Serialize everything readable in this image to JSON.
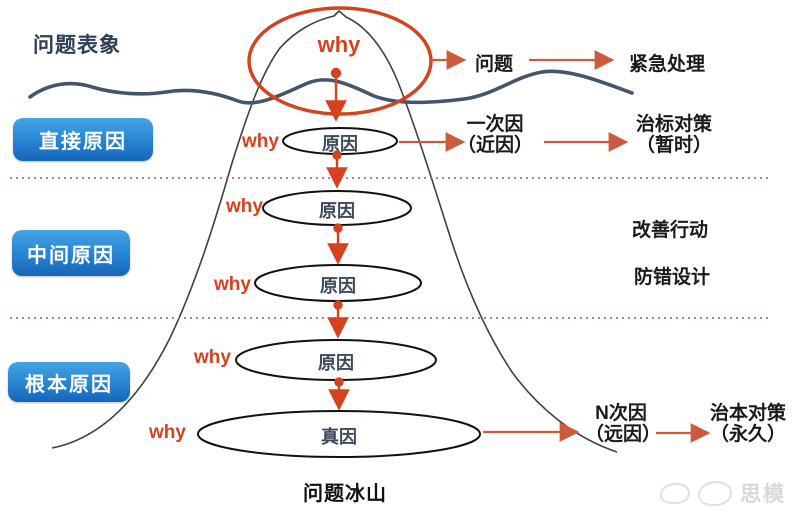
{
  "diagram": {
    "caption": "问题冰山",
    "surface_label": "问题表象",
    "top_why": "why",
    "why_label": "why",
    "stages": [
      {
        "label": "直接原因"
      },
      {
        "label": "中间原因"
      },
      {
        "label": "根本原因"
      }
    ],
    "causes": [
      "原因",
      "原因",
      "原因",
      "原因",
      "真因"
    ],
    "right_flows": [
      {
        "source": "问题",
        "action": "紧急处理"
      },
      {
        "source_line1": "一次因",
        "source_line2": "（近因）",
        "action_line1": "治标对策",
        "action_line2": "（暂时）"
      },
      {
        "source_line1": "N次因",
        "source_line2": "（远因）",
        "action_line1": "治本对策",
        "action_line2": "（永久）"
      }
    ],
    "middle_actions": [
      "改善行动",
      "防错设计"
    ],
    "watermark": "思模"
  },
  "colors": {
    "accent_red": "#d6411e",
    "arrow_orange": "#cc5a3c",
    "water_line": "#44546a",
    "iceberg_line": "#404040",
    "stage_blue_top": "#45a4e3",
    "stage_blue_bottom": "#1565ba",
    "dotted_purple": "#b45ab4",
    "dark_text": "#1a1a1a",
    "cause_text": "#3d4a5c",
    "navy_label": "#2e3f57"
  }
}
